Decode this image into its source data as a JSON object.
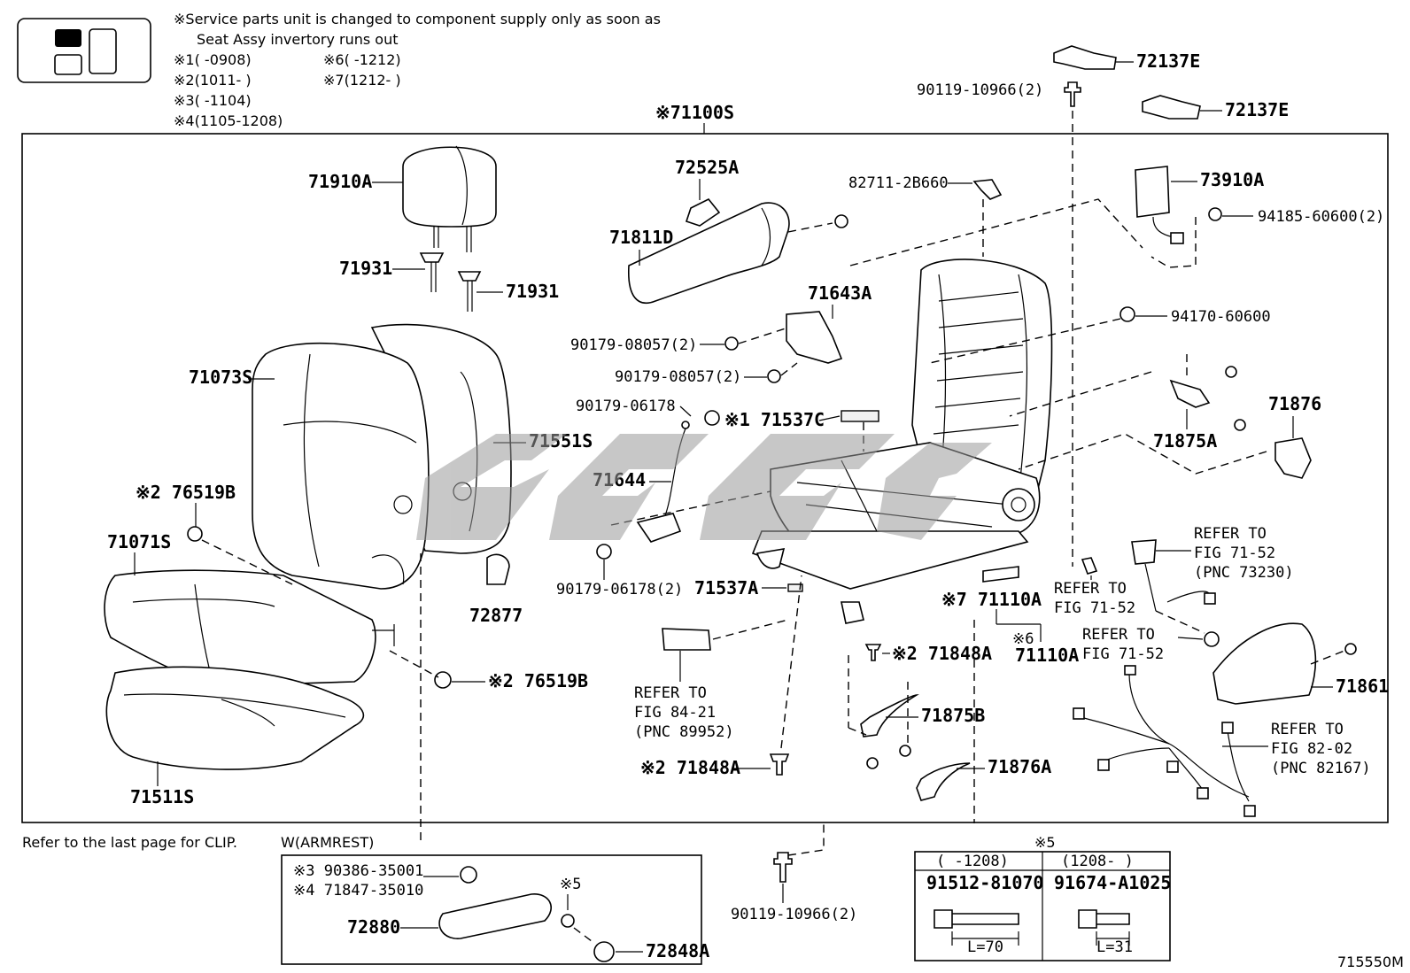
{
  "notes": {
    "service_line1": "※Service parts unit is changed to component supply only as soon as",
    "service_line2": "Seat Assy invertory runs out",
    "date_codes": [
      {
        "mark": "※1",
        "range": "(     -0908)"
      },
      {
        "mark": "※6",
        "range": "(     -1212)"
      },
      {
        "mark": "※2",
        "range": "(1011-     )"
      },
      {
        "mark": "※7",
        "range": "(1212-     )"
      },
      {
        "mark": "※3",
        "range": "(     -1104)"
      },
      {
        "mark": "※4",
        "range": "(1105-1208)"
      }
    ],
    "clip_note": "Refer to the last page for CLIP.",
    "armrest_title": "W(ARMREST)",
    "bolt_table_title": "※5",
    "figure_code": "715550M",
    "assembly_label": "※71100S"
  },
  "parts": {
    "p71910A": "71910A",
    "p71931a": "71931",
    "p71931b": "71931",
    "p71073S": "71073S",
    "p71551S": "71551S",
    "p76519B_top": "※2 76519B",
    "p71071S": "71071S",
    "p72877": "72877",
    "p76519B_bot": "※2 76519B",
    "p71511S": "71511S",
    "p72525A": "72525A",
    "p71811D": "71811D",
    "p71643A": "71643A",
    "p90179_08057a": "90179-08057(2)",
    "p90179_08057b": "90179-08057(2)",
    "p90179_06178": "90179-06178",
    "p71537C": "※1 71537C",
    "p71644": "71644",
    "p90179_06178_2": "90179-06178(2)",
    "p71537A": "71537A",
    "p82711": "82711-2B660",
    "p90119_top": "90119-10966(2)",
    "p72137E_a": "72137E",
    "p72137E_b": "72137E",
    "p73910A": "73910A",
    "p94185": "94185-60600(2)",
    "p94170": "94170-60600",
    "p71875A": "71875A",
    "p71876": "71876",
    "p71110A_7": "※7 71110A",
    "p71110A_6a": "※6",
    "p71110A_6b": "71110A",
    "p71848A_top": "※2 71848A",
    "p71875B": "71875B",
    "p71876A": "71876A",
    "p71848A_bot": "※2 71848A",
    "p71861": "71861",
    "p90119_bot": "90119-10966(2)",
    "p90386": "※3 90386-35001",
    "p71847": "※4 71847-35010",
    "p72880": "72880",
    "p72848A": "72848A",
    "p_mark5": "※5"
  },
  "refers": {
    "r84_1": "REFER TO",
    "r84_2": "FIG 84-21",
    "r84_3": "(PNC 89952)",
    "r7152a_1": "REFER TO",
    "r7152a_2": "FIG 71-52",
    "r7152b_1": "REFER TO",
    "r7152b_2": "FIG 71-52",
    "r7152c_1": "REFER TO",
    "r7152c_2": "FIG 71-52",
    "r7152c_3": "(PNC 73230)",
    "r8202_1": "REFER TO",
    "r8202_2": "FIG 82-02",
    "r8202_3": "(PNC 82167)"
  },
  "bolt_table": {
    "col1_range": "(     -1208)",
    "col2_range": "(1208-     )",
    "col1_part": "91512-81070",
    "col2_part": "91674-A1025",
    "col1_len": "L=70",
    "col2_len": "L=31"
  },
  "colors": {
    "line": "#000000",
    "background": "#ffffff",
    "watermark": "#9a9a9a"
  }
}
